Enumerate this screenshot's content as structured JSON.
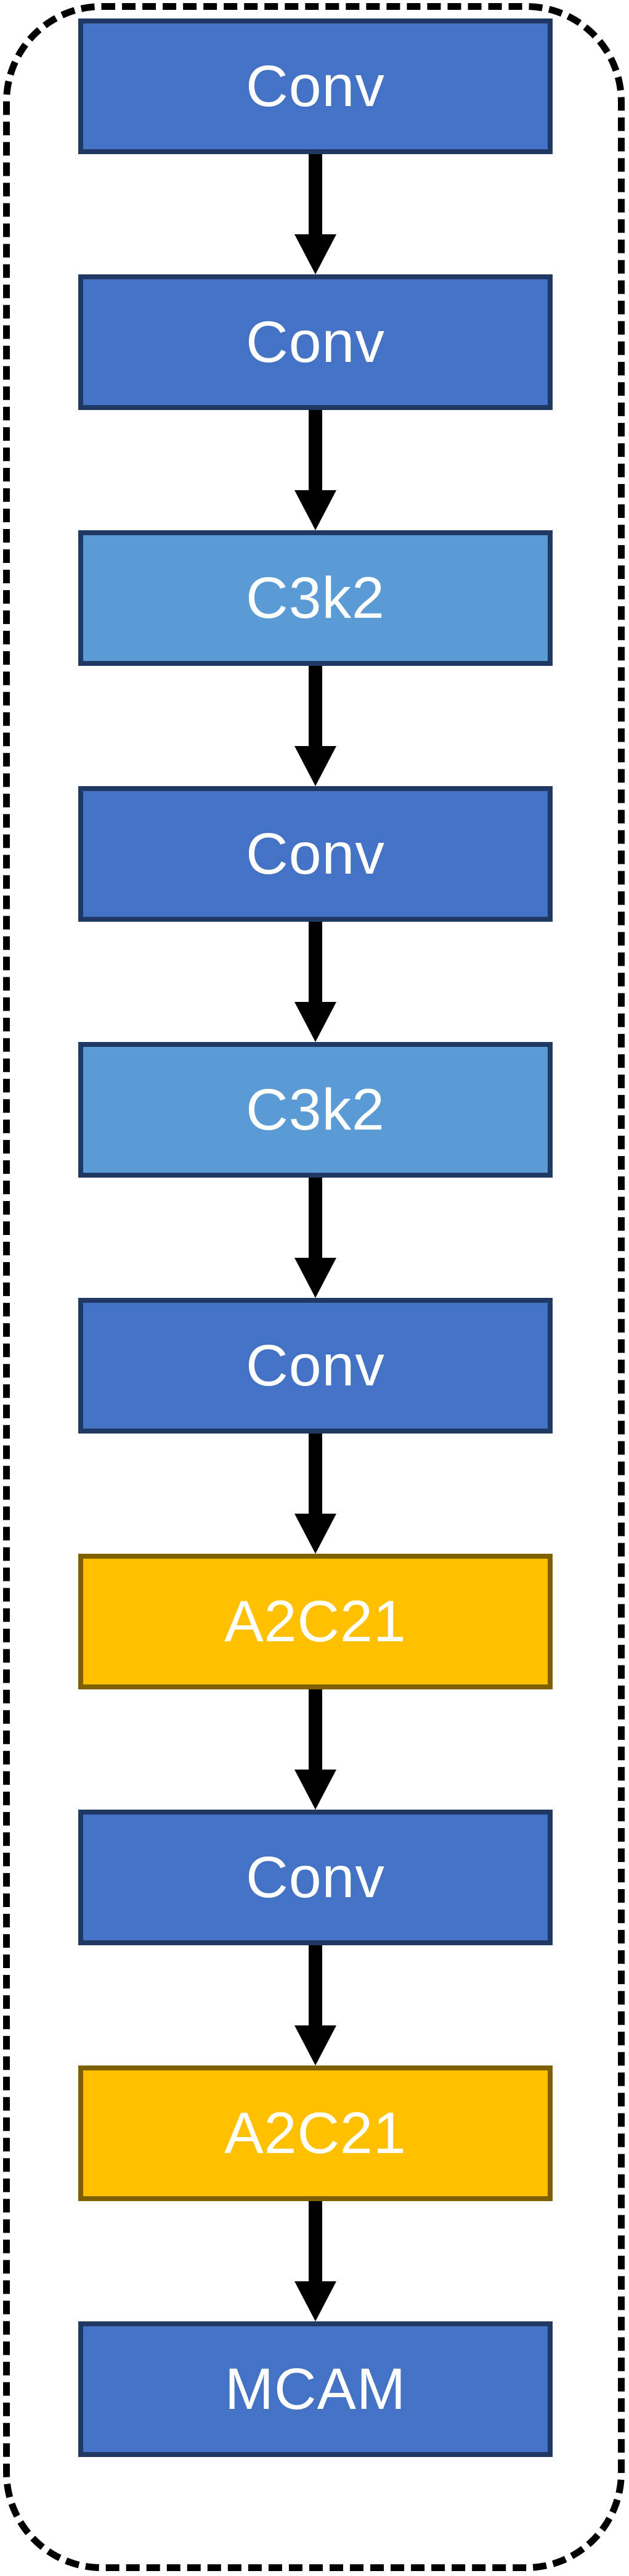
{
  "diagram": {
    "title": "backbone-flow",
    "boundary": {
      "style": "dashed",
      "color": "#000000"
    },
    "arrow_color": "#000000",
    "palette": {
      "conv": {
        "fill": "#4472C4",
        "border": "#1F3864",
        "text": "#FFFFFF"
      },
      "c3k2": {
        "fill": "#5B9BD5",
        "border": "#1F3864",
        "text": "#FFFFFF"
      },
      "a2c21": {
        "fill": "#FFC000",
        "border": "#7F6000",
        "text": "#FFFFFF"
      },
      "mcam": {
        "fill": "#4472C4",
        "border": "#1F3864",
        "text": "#FFFFFF"
      }
    },
    "nodes": [
      {
        "label": "Conv",
        "type": "conv"
      },
      {
        "label": "Conv",
        "type": "conv"
      },
      {
        "label": "C3k2",
        "type": "c3k2"
      },
      {
        "label": "Conv",
        "type": "conv"
      },
      {
        "label": "C3k2",
        "type": "c3k2"
      },
      {
        "label": "Conv",
        "type": "conv"
      },
      {
        "label": "A2C21",
        "type": "a2c21"
      },
      {
        "label": "Conv",
        "type": "conv"
      },
      {
        "label": "A2C21",
        "type": "a2c21"
      },
      {
        "label": "MCAM",
        "type": "mcam"
      }
    ]
  }
}
